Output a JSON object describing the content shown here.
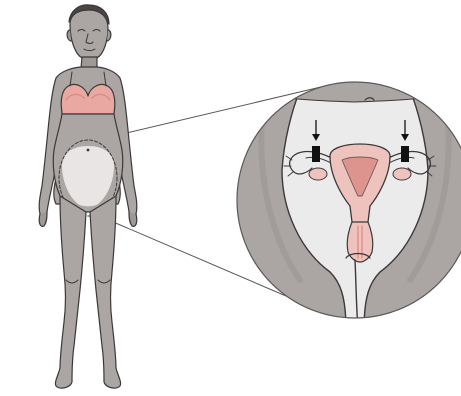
{
  "illustration": {
    "subject": "female-figure-with-magnified-pelvis",
    "colors": {
      "background": "#ffffff",
      "skin": "#aba6a4",
      "skin_dark": "#8f8a88",
      "skin_shadow": "#7d7876",
      "outline": "#3b3838",
      "bra": "#e9a8a2",
      "bra_shade": "#d88b85",
      "magnifier_fill": "#ecebeb",
      "reproductive_organ": "#efc3bd",
      "organ_deep": "#d9857f",
      "connector_line": "#5a5858",
      "marker": "#111111"
    },
    "markers": [
      {
        "label_icon": "arrow-down-icon",
        "block": "occlusion-marker"
      },
      {
        "label_icon": "arrow-down-icon",
        "block": "occlusion-marker"
      }
    ]
  }
}
